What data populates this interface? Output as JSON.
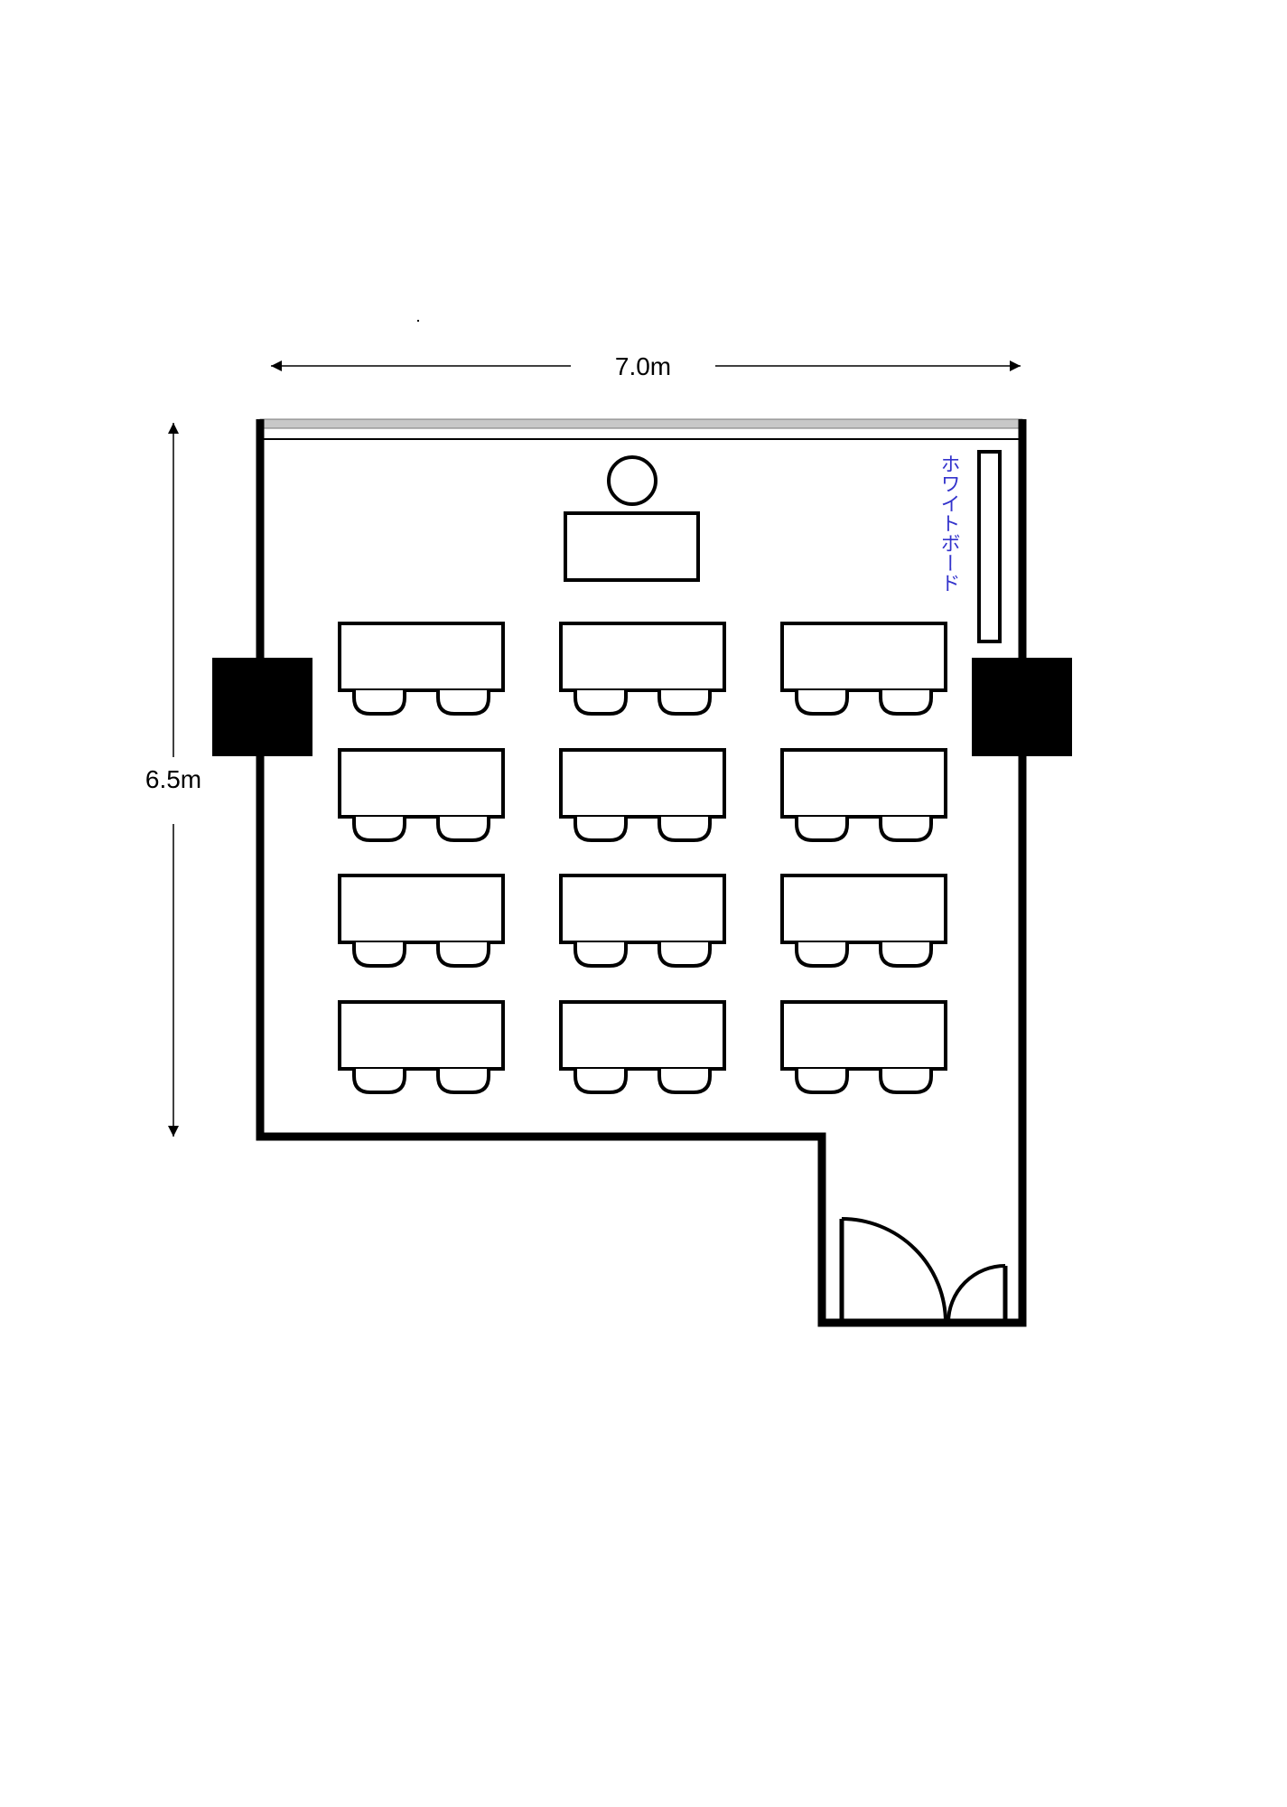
{
  "dimensions": {
    "width_label": "7.0m",
    "height_label": "6.5m"
  },
  "whiteboard": {
    "label": "ホワイトボード",
    "color": "#3333cc"
  },
  "layout": {
    "desk_rows": 4,
    "desk_columns": 3,
    "chairs_per_desk": 2
  }
}
